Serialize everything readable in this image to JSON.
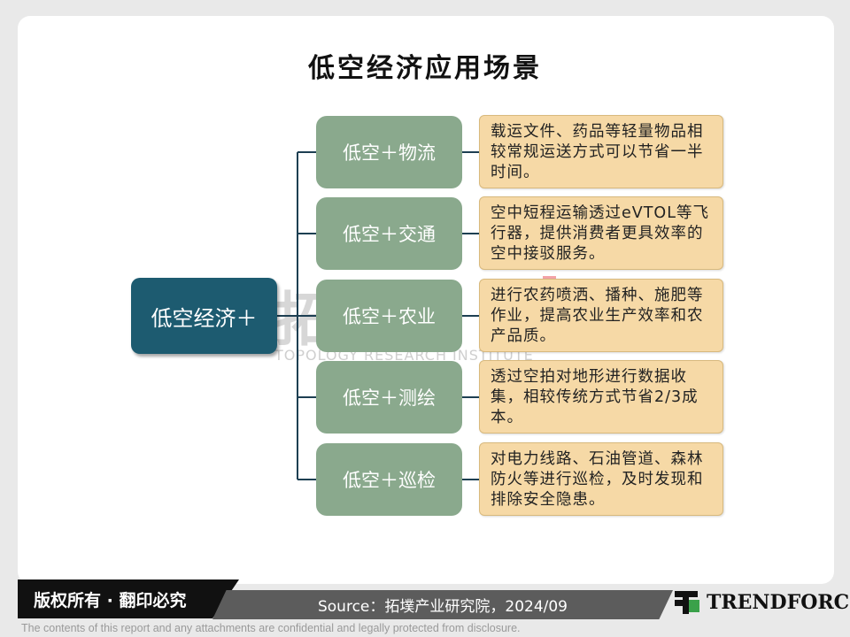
{
  "title": "低空经济应用场景",
  "watermark": {
    "main": "拓墣",
    "sub": "TOPOLOGY RESEARCH INSTITUTE"
  },
  "root": {
    "label": "低空经济＋"
  },
  "branches": [
    {
      "label": "低空＋物流",
      "text": "载运文件、药品等轻量物品相较常规运送方式可以节省一半时间。"
    },
    {
      "label": "低空＋交通",
      "text": "空中短程运输透过eVTOL等飞行器，提供消费者更具效率的空中接驳服务。"
    },
    {
      "label": "低空＋农业",
      "text": "进行农药喷洒、播种、施肥等作业，提高农业生产效率和农产品质。"
    },
    {
      "label": "低空＋测绘",
      "text": "透过空拍对地形进行数据收集，相较传统方式节省2/3成本。"
    },
    {
      "label": "低空＋巡检",
      "text": "对电力线路、石油管道、森林防火等进行巡检，及时发现和排除安全隐患。"
    }
  ],
  "footer": {
    "copyright": "版权所有 · 翻印必究",
    "source": "Source：拓墣产业研究院，2024/09",
    "brand": "TRENDFORCE",
    "disclaimer": "The contents of this report and any attachments are confidential and legally protected from disclosure."
  },
  "colors": {
    "root_fill": "#1d5b70",
    "branch_fill": "#8aa98d",
    "desc_fill": "#f6d9a6",
    "brand_green": "#3aa14a"
  }
}
